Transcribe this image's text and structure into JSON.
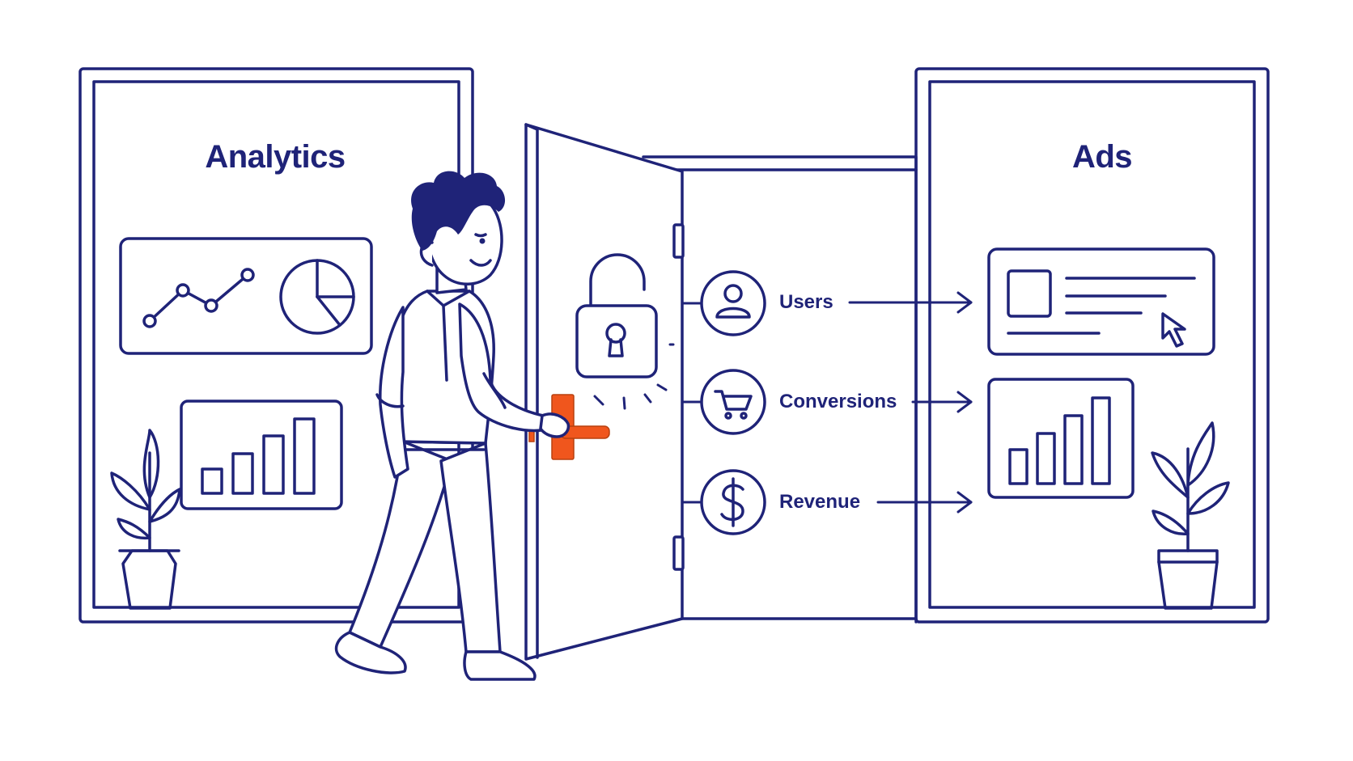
{
  "left_panel": {
    "title": "Analytics"
  },
  "right_panel": {
    "title": "Ads"
  },
  "connections": [
    {
      "label": "Users",
      "icon": "user-icon"
    },
    {
      "label": "Conversions",
      "icon": "cart-icon"
    },
    {
      "label": "Revenue",
      "icon": "dollar-icon"
    }
  ],
  "palette": {
    "ink": "#1f2378",
    "accent": "#f0561d",
    "background": "#ffffff"
  }
}
